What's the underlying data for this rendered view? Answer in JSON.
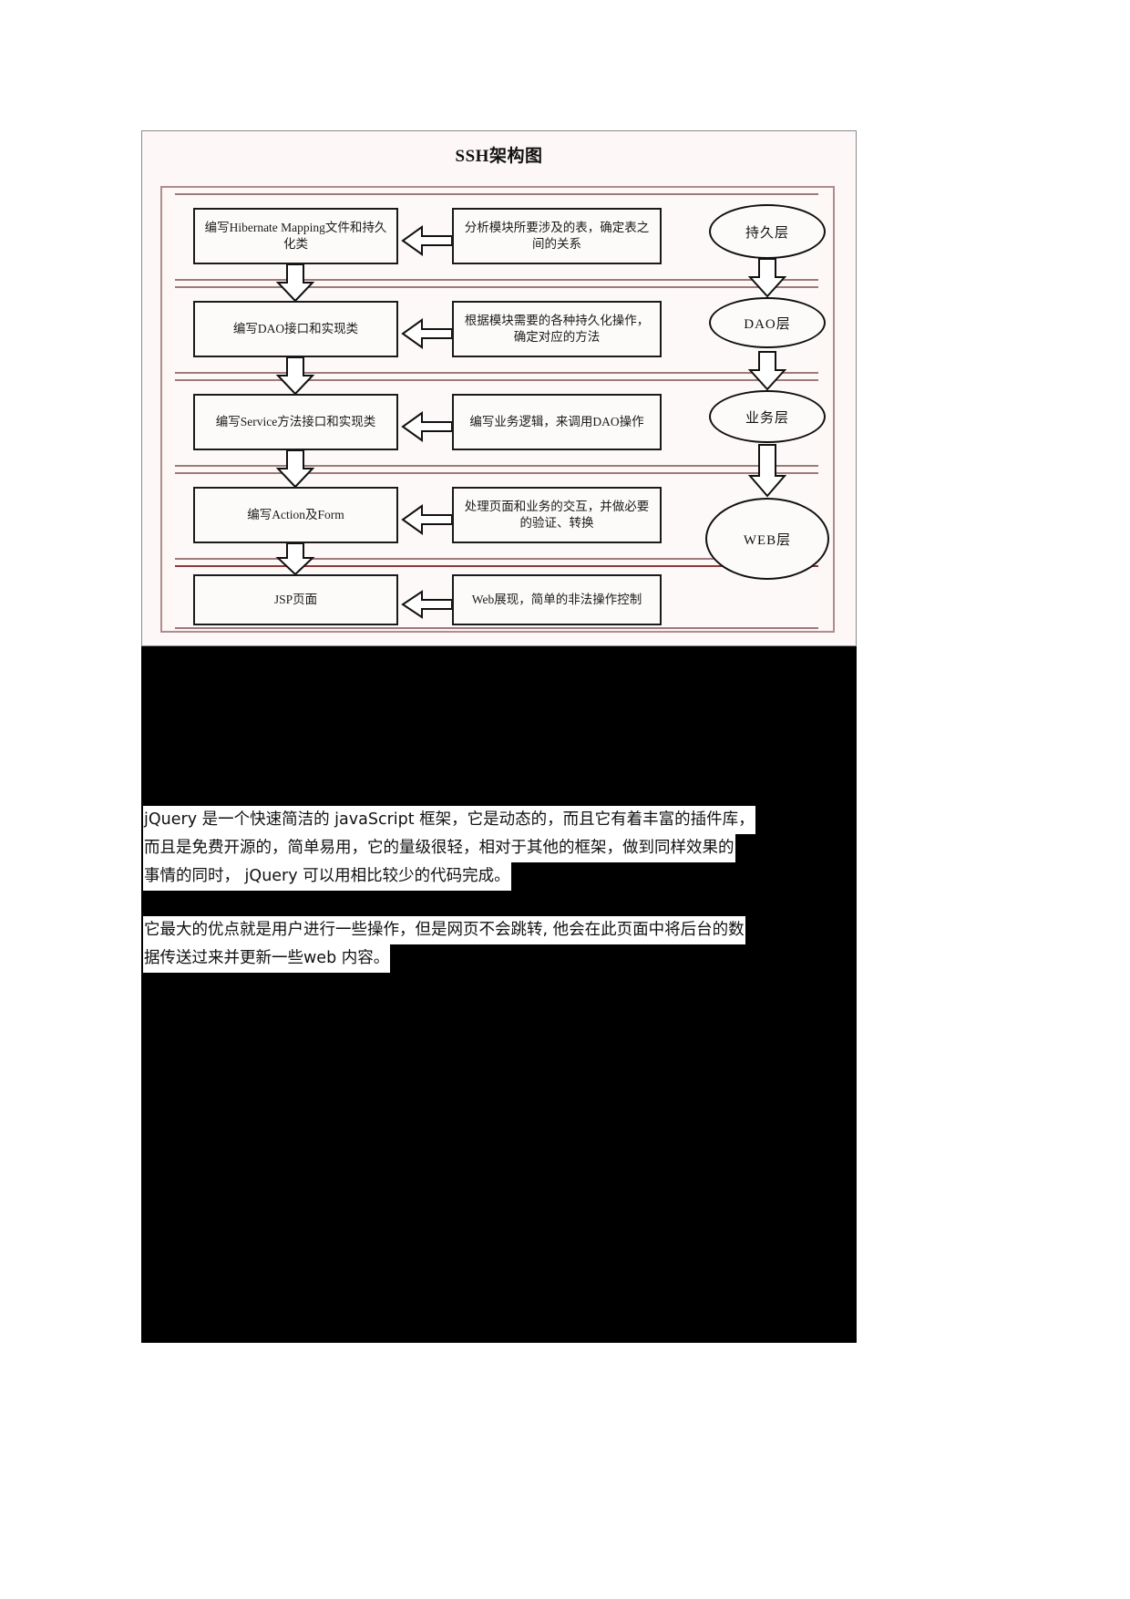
{
  "figure": {
    "title": "SSH架构图",
    "rows": [
      {
        "left": "编写Hibernate Mapping文件和持久化类",
        "right": "分析模块所要涉及的表，确定表之间的关系",
        "layer": "持久层"
      },
      {
        "left": "编写DAO接口和实现类",
        "right": "根据模块需要的各种持久化操作，确定对应的方法",
        "layer": "DAO层"
      },
      {
        "left": "编写Service方法接口和实现类",
        "right": "编写业务逻辑，来调用DAO操作",
        "layer": "业务层"
      },
      {
        "left": "编写Action及Form",
        "right": "处理页面和业务的交互，并做必要的验证、转换",
        "layer": "WEB层"
      },
      {
        "left": "JSP页面",
        "right": "Web展现，简单的非法操作控制",
        "layer": ""
      }
    ]
  },
  "paragraphs": {
    "p1": {
      "lines": [
        "jQuery 是一个快速简洁的 javaScript 框架，它是动态的，而且它有着丰富的插件库，",
        "而且是免费开源的，简单易用，它的量级很轻，相对于其他的框架，做到同样效果的",
        "事情的同时， jQuery 可以用相比较少的代码完成。"
      ]
    },
    "p2": {
      "lines": [
        "它最大的优点就是用户进行一些操作，但是网页不会跳转, 他会在此页面中将后台的数",
        "据传送过来并更新一些web 内容。"
      ]
    }
  },
  "colors": {
    "band_border": "#9b7b7b",
    "frame_border": "#b08c8c",
    "box_border": "#1a1a1a",
    "page_block": "#000000",
    "figure_bg": "#fdf8f7"
  }
}
